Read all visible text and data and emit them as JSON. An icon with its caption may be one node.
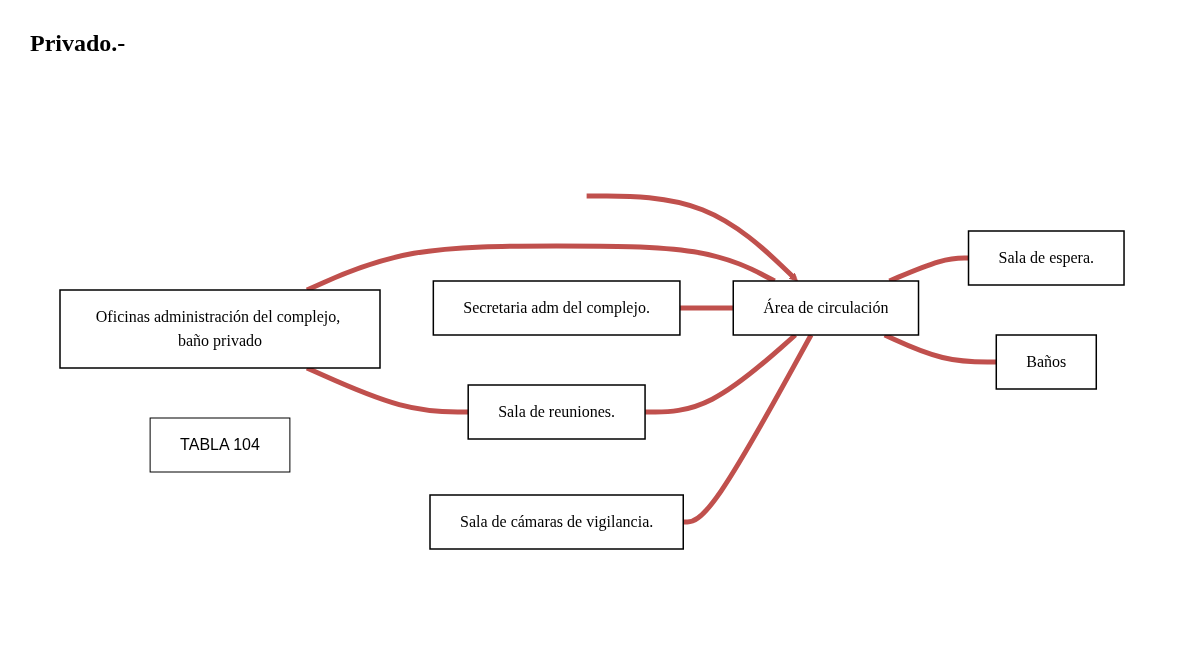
{
  "diagram": {
    "title": "Privado.-",
    "nodes": [
      {
        "text": [
          "Oficinas administración del complejo, baño privado"
        ]
      },
      {
        "text": [
          "Área de circulación"
        ]
      },
      {
        "text": [
          "Secretaria adm del complejo."
        ]
      },
      {
        "text": [
          "Sala de espera."
        ]
      },
      {
        "text": [
          "Sala de reuniones."
        ]
      },
      {
        "text": [
          "Sala de cámaras de vigilancia."
        ]
      },
      {
        "text": [
          "Baños"
        ]
      },
      {
        "text": [
          "TABLA 104"
        ]
      }
    ],
    "edges": [
      {
        "from": null,
        "to": 1,
        "arrow": "to"
      },
      {
        "from": 0,
        "to": 1,
        "arrow": "none"
      },
      {
        "from": 0,
        "to": 4,
        "arrow": "none"
      },
      {
        "from": 2,
        "to": 1,
        "arrow": "none"
      },
      {
        "from": 1,
        "to": 3,
        "arrow": "none"
      },
      {
        "from": 4,
        "to": 1,
        "arrow": "none"
      },
      {
        "from": 5,
        "to": 1,
        "arrow": "none"
      },
      {
        "from": 1,
        "to": 6,
        "arrow": "none"
      }
    ]
  }
}
